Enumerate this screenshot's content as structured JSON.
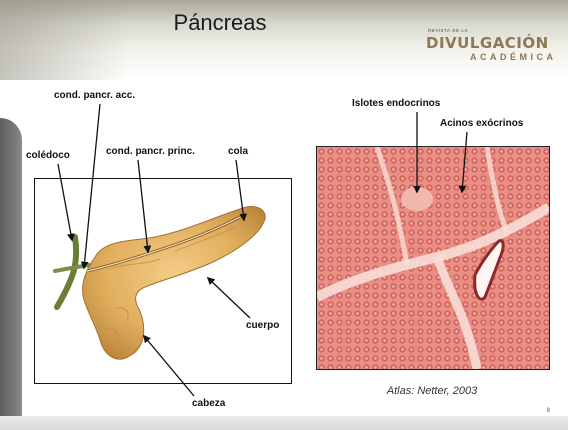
{
  "slide": {
    "title": "Páncreas",
    "page_number": "8",
    "caption": "Atlas: Netter, 2003"
  },
  "logo": {
    "small_text": "REVISTA DE LA",
    "main_text": "DIVULGACIÓN",
    "sub_text": "ACADÉMICA"
  },
  "labels": {
    "cond_pancr_acc": "cond. pancr. acc.",
    "coledoco": "colédoco",
    "cond_pancr_princ": "cond. pancr. princ.",
    "cola": "cola",
    "cuerpo": "cuerpo",
    "cabeza": "cabeza",
    "islotes": "Islotes endocrinos",
    "acinos": "Acinos exócrinos"
  },
  "colors": {
    "pancreas": "#e0ad5c",
    "histology_bg": "#e88f86",
    "duct": "#6a7d38"
  }
}
